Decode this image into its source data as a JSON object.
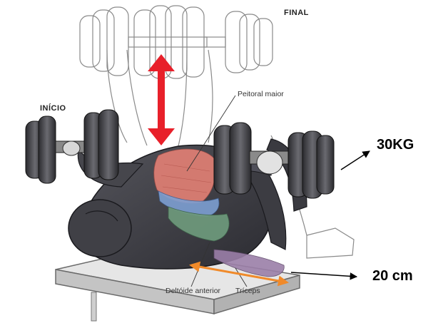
{
  "diagram": {
    "labels": {
      "start": "INÍCIO",
      "final": "FINAL",
      "pectoral": "Peitoral maior",
      "deltoid": "Deltóide anterior",
      "triceps": "Tríceps"
    },
    "measurements": {
      "weight": "30KG",
      "distance": "20 cm"
    }
  },
  "colors": {
    "body_dark": "#3a3a40",
    "ghost_line": "#8a8a8a",
    "pectoral": "#e07f74",
    "deltoid_blue": "#7d9fd2",
    "deltoid_green": "#6e9a7c",
    "triceps": "#9b7fa8",
    "motion_arrow": "#e8202a",
    "distance_arrow": "#f08a2a",
    "bench": "#dedede",
    "pointer": "#000000"
  },
  "icons": [
    "dumbbell-icon",
    "double-arrow-icon"
  ]
}
